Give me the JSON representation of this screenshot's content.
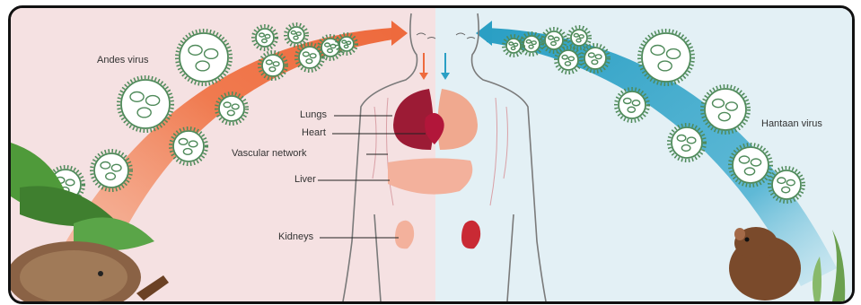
{
  "labels": {
    "andes_virus": "Andes virus",
    "hantaan_virus": "Hantaan virus",
    "lungs": "Lungs",
    "heart": "Heart",
    "vascular_network": "Vascular network",
    "liver": "Liver",
    "kidneys": "Kidneys"
  },
  "colors": {
    "left_background": "#f5e1e2",
    "right_background": "#e3f0f5",
    "andes_arc": "#f07a4f",
    "hantaan_arc": "#2a9fc4",
    "virus_green": "#4f8a5a",
    "lungs_left": "#9c1b35",
    "lungs_right": "#f0a98f",
    "liver": "#f3b19c",
    "kidney_left": "#f3b19c",
    "kidney_right": "#c92a34",
    "rodent": "#7a4a2b",
    "leaf": "#4f9a3a"
  }
}
